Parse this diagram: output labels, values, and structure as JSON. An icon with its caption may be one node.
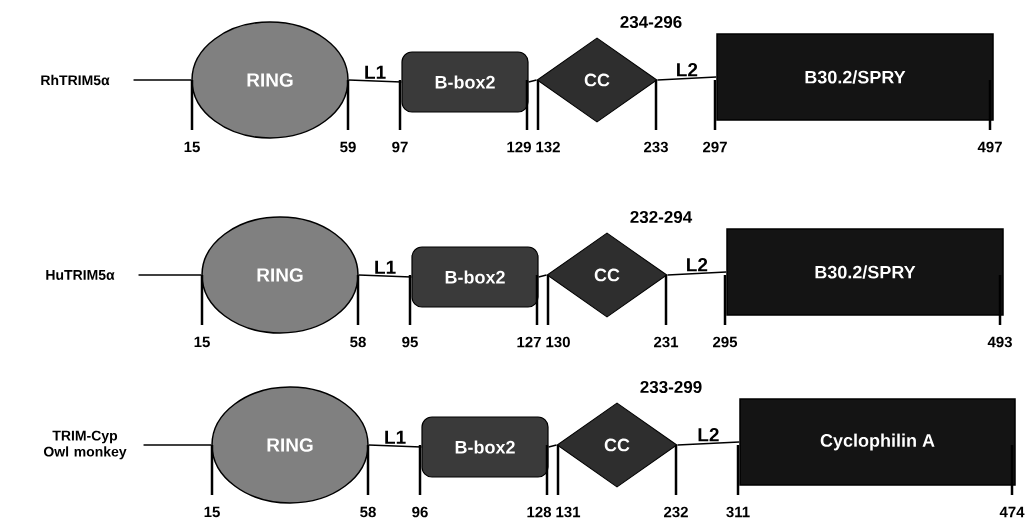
{
  "diagram": {
    "nodes": [
      {
        "text": [
          "RhTRIM5α"
        ]
      },
      {
        "text": [
          "RING"
        ],
        "beside": [
          "15",
          "59"
        ]
      },
      {
        "text": [
          "B-box2"
        ],
        "beside": [
          "97",
          "129"
        ]
      },
      {
        "text": [
          "CC"
        ],
        "beside": [
          "132",
          "233"
        ]
      },
      {
        "text": [
          "B30.2/SPRY"
        ],
        "beside": [
          "297",
          "497"
        ]
      },
      {
        "text": [
          "HuTRIM5α"
        ]
      },
      {
        "text": [
          "RING"
        ],
        "beside": [
          "15",
          "58"
        ]
      },
      {
        "text": [
          "B-box2"
        ],
        "beside": [
          "95",
          "127"
        ]
      },
      {
        "text": [
          "CC"
        ],
        "beside": [
          "130",
          "231"
        ]
      },
      {
        "text": [
          "B30.2/SPRY"
        ],
        "beside": [
          "295",
          "493"
        ]
      },
      {
        "text": [
          "TRIM-Cyp Owl monkey"
        ]
      },
      {
        "text": [
          "RING"
        ],
        "beside": [
          "15",
          "58"
        ]
      },
      {
        "text": [
          "B-box2"
        ],
        "beside": [
          "96",
          "128"
        ]
      },
      {
        "text": [
          "CC"
        ],
        "beside": [
          "131",
          "232"
        ]
      },
      {
        "text": [
          "Cyclophilin A"
        ],
        "beside": [
          "311",
          "474"
        ]
      }
    ],
    "edges": [
      {
        "from": 0,
        "to": 1,
        "arrow": "none"
      },
      {
        "from": 1,
        "to": 2,
        "arrow": "none",
        "label": "L1"
      },
      {
        "from": 2,
        "to": 3,
        "arrow": "none"
      },
      {
        "from": 3,
        "to": 4,
        "arrow": "none",
        "label": "L2"
      },
      {
        "from": 5,
        "to": 6,
        "arrow": "none"
      },
      {
        "from": 6,
        "to": 7,
        "arrow": "none",
        "label": "L1"
      },
      {
        "from": 7,
        "to": 8,
        "arrow": "none"
      },
      {
        "from": 8,
        "to": 9,
        "arrow": "none",
        "label": "L2"
      },
      {
        "from": 10,
        "to": 11,
        "arrow": "none"
      },
      {
        "from": 11,
        "to": 12,
        "arrow": "none",
        "label": "L1"
      },
      {
        "from": 12,
        "to": 13,
        "arrow": "none"
      },
      {
        "from": 13,
        "to": 14,
        "arrow": "none",
        "label": "L2"
      }
    ],
    "labels": [
      "234-296",
      "232-294",
      "233-299"
    ]
  }
}
